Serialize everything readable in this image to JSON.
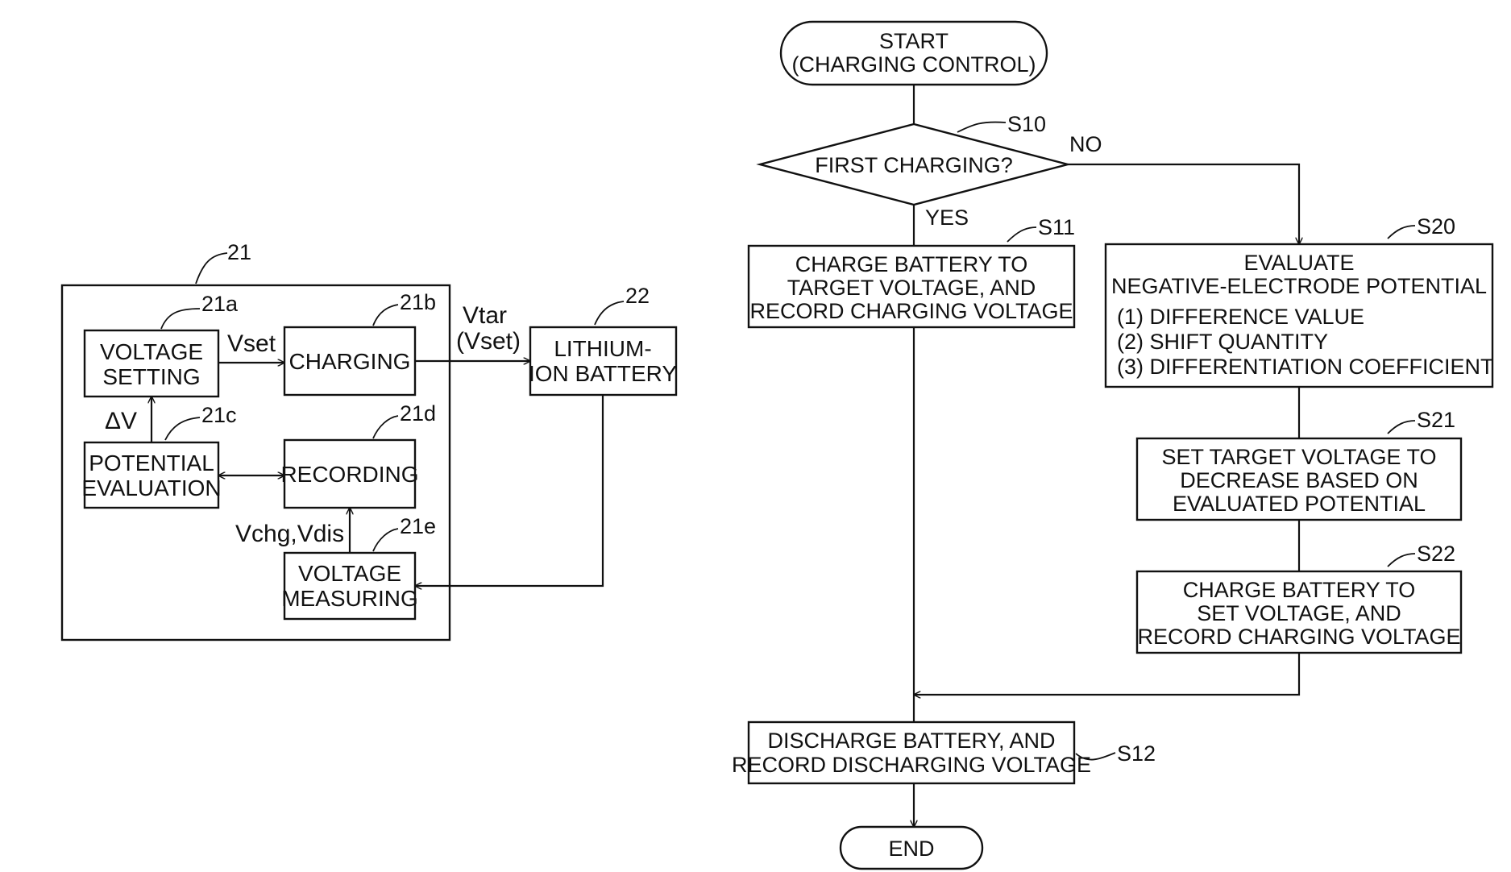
{
  "block_diagram": {
    "ref_controller": "21",
    "ref_voltage_setting": "21a",
    "ref_charging": "21b",
    "ref_potential_evaluation": "21c",
    "ref_recording": "21d",
    "ref_voltage_measuring": "21e",
    "ref_battery": "22",
    "voltage_setting": [
      "VOLTAGE",
      "SETTING"
    ],
    "charging": "CHARGING",
    "potential_evaluation": [
      "POTENTIAL",
      "EVALUATION"
    ],
    "recording": "RECORDING",
    "voltage_measuring": [
      "VOLTAGE",
      "MEASURING"
    ],
    "battery": [
      "LITHIUM-",
      "ION BATTERY"
    ],
    "signal_vset": "Vset",
    "signal_vtar": "Vtar",
    "signal_vtar_paren": "(Vset)",
    "signal_delta_v": "ΔV",
    "signal_vchg_vdis": "Vchg,Vdis"
  },
  "flowchart": {
    "start": [
      "START",
      "(CHARGING CONTROL)"
    ],
    "s10_label": "S10",
    "s10_text": "FIRST CHARGING?",
    "branch_no": "NO",
    "branch_yes": "YES",
    "s11_label": "S11",
    "s11_text": [
      "CHARGE BATTERY TO",
      "TARGET VOLTAGE, AND",
      "RECORD CHARGING VOLTAGE"
    ],
    "s20_label": "S20",
    "s20_title": [
      "EVALUATE",
      "NEGATIVE-ELECTRODE POTENTIAL"
    ],
    "s20_items": [
      "(1) DIFFERENCE VALUE",
      "(2) SHIFT QUANTITY",
      "(3) DIFFERENTIATION COEFFICIENT"
    ],
    "s21_label": "S21",
    "s21_text": [
      "SET TARGET VOLTAGE TO",
      "DECREASE BASED ON",
      "EVALUATED POTENTIAL"
    ],
    "s22_label": "S22",
    "s22_text": [
      "CHARGE BATTERY TO",
      "SET VOLTAGE, AND",
      "RECORD CHARGING VOLTAGE"
    ],
    "s12_label": "S12",
    "s12_text": [
      "DISCHARGE BATTERY, AND",
      "RECORD DISCHARGING VOLTAGE"
    ],
    "end": "END"
  }
}
